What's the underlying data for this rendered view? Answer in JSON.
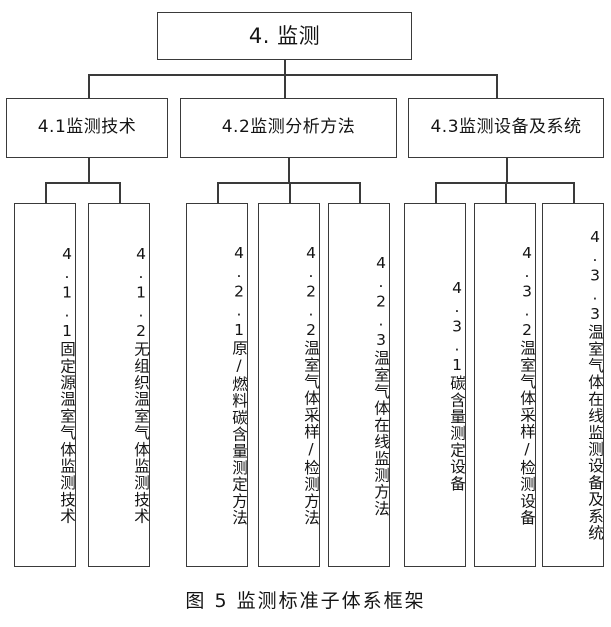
{
  "figure": {
    "caption": "图 5 监测标准子体系框架",
    "root": {
      "label": "4. 监测"
    },
    "level2": [
      {
        "id": "4.1",
        "label": "4.1监测技术"
      },
      {
        "id": "4.2",
        "label": "4.2监测分析方法"
      },
      {
        "id": "4.3",
        "label": "4.3监测设备及系统"
      }
    ],
    "leaves": [
      {
        "id": "4.1.1",
        "label": "4.1.1固定源温室气体监测技术",
        "parent": "4.1"
      },
      {
        "id": "4.1.2",
        "label": "4.1.2无组织温室气体监测技术",
        "parent": "4.1"
      },
      {
        "id": "4.2.1",
        "label": "4.2.1原/燃料碳含量测定方法",
        "parent": "4.2"
      },
      {
        "id": "4.2.2",
        "label": "4.2.2温室气体采样/检测方法",
        "parent": "4.2"
      },
      {
        "id": "4.2.3",
        "label": "4.2.3温室气体在线监测方法",
        "parent": "4.2"
      },
      {
        "id": "4.3.1",
        "label": "4.3.1碳含量测定设备",
        "parent": "4.3"
      },
      {
        "id": "4.3.2",
        "label": "4.3.2温室气体采样/检测设备",
        "parent": "4.3"
      },
      {
        "id": "4.3.3",
        "label": "4.3.3温室气体在线监测设备及系统",
        "parent": "4.3"
      }
    ],
    "colors": {
      "stroke": "#3a3a3a",
      "text": "#141414",
      "background": "#ffffff"
    }
  }
}
